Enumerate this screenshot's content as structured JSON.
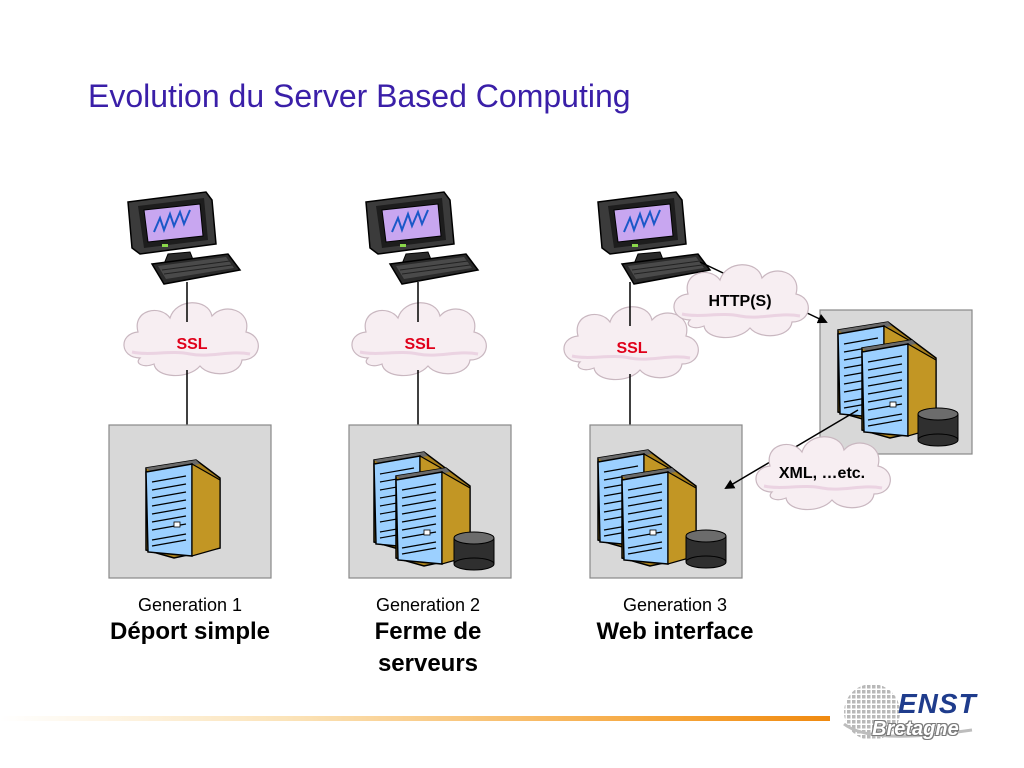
{
  "title": "Evolution du Server Based Computing",
  "clouds": {
    "ssl_1": "SSL",
    "ssl_2": "SSL",
    "ssl_3": "SSL",
    "https": "HTTP(S)",
    "xml": "XML, …etc."
  },
  "generations": [
    {
      "label": "Generation 1",
      "name": "Déport simple"
    },
    {
      "label": "Generation 2",
      "name_line1": "Ferme de",
      "name_line2": "serveurs"
    },
    {
      "label": "Generation 3",
      "name": "Web interface"
    }
  ],
  "logo": {
    "top": "ENST",
    "bottom": "Bretagne"
  },
  "colors": {
    "title": "#3a1fa8",
    "ssl_text": "#e0001a",
    "footer_accent": "#f08a10",
    "logo_blue": "#1f3c8c"
  }
}
